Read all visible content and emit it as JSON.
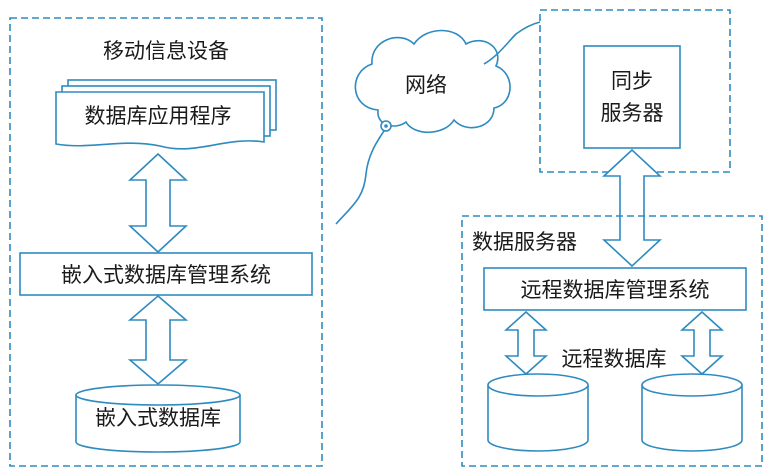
{
  "mobile_device": {
    "title": "移动信息设备",
    "app_stack_label": "数据库应用程序",
    "embedded_dbms_label": "嵌入式数据库管理系统",
    "embedded_db_label": "嵌入式数据库"
  },
  "network": {
    "label": "网络"
  },
  "sync_server": {
    "label_line1": "同步",
    "label_line2": "服务器"
  },
  "data_server": {
    "title": "数据服务器",
    "remote_dbms_label": "远程数据库管理系统",
    "remote_db_label": "远程数据库"
  },
  "colors": {
    "stroke": "#2e8bc0",
    "text": "#1a1a1a",
    "background": "#ffffff"
  }
}
